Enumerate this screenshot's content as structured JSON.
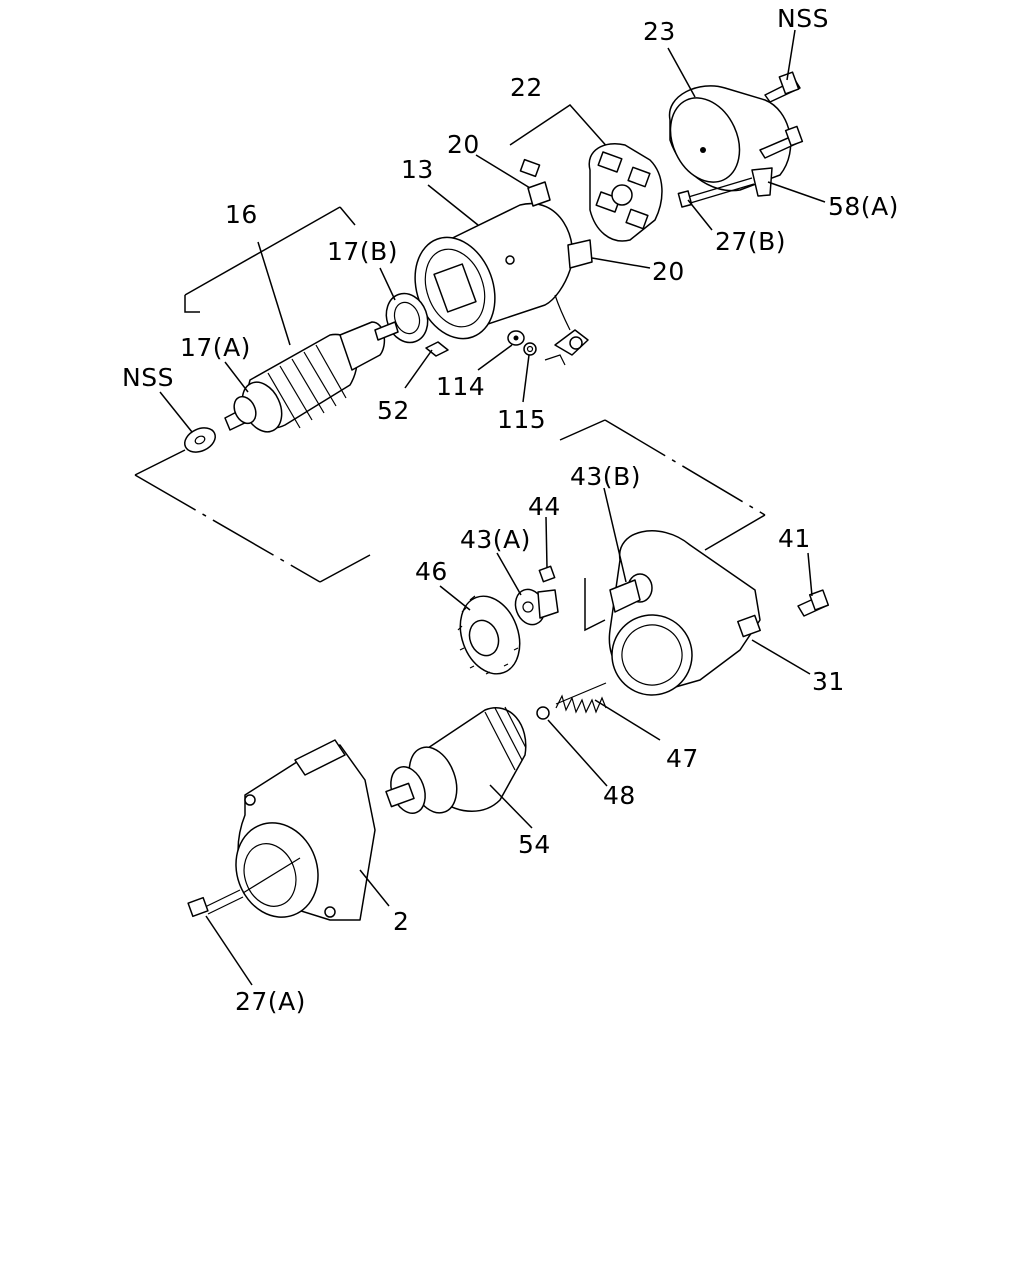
{
  "labels": {
    "nss_top": "NSS",
    "p23": "23",
    "p22": "22",
    "p20_upper": "20",
    "p13": "13",
    "p16": "16",
    "p17b": "17(B)",
    "p17a": "17(A)",
    "nss_left": "NSS",
    "p20_right": "20",
    "p58a": "58(A)",
    "p27b": "27(B)",
    "p52": "52",
    "p114": "114",
    "p115": "115",
    "p43b": "43(B)",
    "p44": "44",
    "p43a": "43(A)",
    "p46": "46",
    "p41": "41",
    "p31": "31",
    "p47": "47",
    "p48": "48",
    "p54": "54",
    "p2": "2",
    "p27a": "27(A)"
  }
}
